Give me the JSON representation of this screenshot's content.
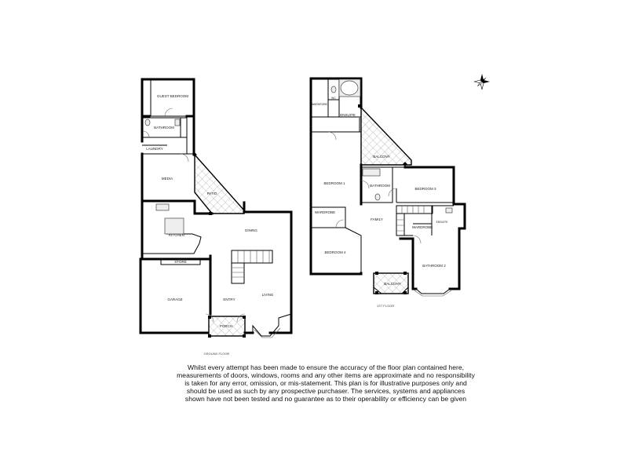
{
  "ground_floor": {
    "floor_label": "GROUND FLOOR",
    "rooms": {
      "guest_bedroom": "GUEST BEDROOM",
      "bathroom": "BATHROOM",
      "laundry": "LAUNDRY",
      "media": "MEDIA",
      "patio": "PATIO",
      "kitchen": "KITCHEN",
      "dining": "DINING",
      "store": "STORE",
      "garage": "GARAGE",
      "entry": "ENTRY",
      "living": "LIVING",
      "porch": "PORCH"
    }
  },
  "first_floor": {
    "floor_label": "1ST FLOOR",
    "rooms": {
      "wardrobe_top": "WARDROBE",
      "wc": "WC",
      "ensuite_top": "ENSUITE",
      "balcony_top": "BALCONY",
      "bedroom_1": "BEDROOM 1",
      "bathroom": "BATHROOM",
      "bedroom_3": "BEDROOM 3",
      "wardrobe_left": "WARDROBE",
      "family": "FAMILY",
      "ensuite_right": "ENSUITE",
      "wardrobe_right": "WARDROBE",
      "bedroom_4": "BEDROOM 4",
      "bathroom_2": "BATHROOM 2",
      "balcony_bottom": "BALCONY"
    }
  },
  "disclaimer": "Whilst every attempt has been made to ensure the accuracy of the floor plan contained here, measurements of doors, windows, rooms and any other items are approximate and no responsibility is taken for any error, omission, or mis-statement. This plan is for illustrative purposes only and should be used as such by any prospective purchaser. The services, systems and appliances shown have not been tested and no guarantee as to their operability or efficiency can be given",
  "icons": {
    "compass": "compass-icon"
  }
}
